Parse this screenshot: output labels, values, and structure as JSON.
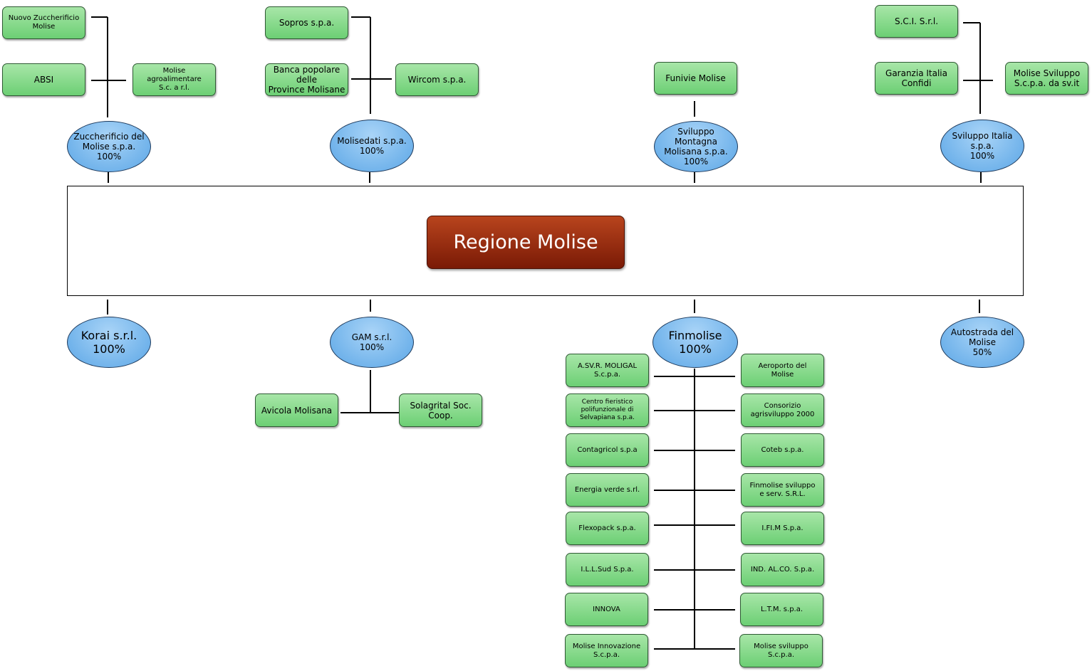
{
  "regione": {
    "title": "Regione Molise"
  },
  "top": {
    "zuccherificio": {
      "label": "Zuccherificio del\nMolise s.p.a.\n100%",
      "children": {
        "nuovo_zuccherificio": "Nuovo Zuccherificio\nMolise",
        "absi": "ABSI",
        "molise_agroalimentare": "Molise agroalimentare\nS.c. a r.l."
      }
    },
    "molisedati": {
      "label": "Molisedati s.p.a.\n100%",
      "children": {
        "sopros": "Sopros s.p.a.",
        "banca_popolare": "Banca popolare delle\nProvince Molisane",
        "wircom": "Wircom s.p.a."
      }
    },
    "sviluppo_montagna": {
      "label": "Sviluppo Montagna\nMolisana s.p.a.\n100%",
      "children": {
        "funivie": "Funivie Molise"
      }
    },
    "sviluppo_italia": {
      "label": "Sviluppo Italia\ns.p.a.\n100%",
      "children": {
        "sci": "S.C.I. S.r.l.",
        "garanzia_italia": "Garanzia Italia\nConfidi",
        "molise_sviluppo_sv": "Molise Sviluppo\nS.c.p.a. da sv.it"
      }
    }
  },
  "bottom": {
    "korai": {
      "label": "Korai s.r.l.\n100%"
    },
    "gam": {
      "label": "GAM s.r.l.\n100%",
      "children": {
        "avicola": "Avicola Molisana",
        "solagrital": "Solagrital Soc. Coop."
      }
    },
    "finmolise": {
      "label": "Finmolise\n100%",
      "left": [
        "A.SV.R. MOLIGAL\nS.c.p.a.",
        "Centro fieristico\npolifunzionale di Selvapiana s.p.a.",
        "Contagricol s.p.a",
        "Energia verde s.rl.",
        "Flexopack s.p.a.",
        "I.L.L.Sud S.p.a.",
        "INNOVA",
        "Molise Innovazione\nS.c.p.a."
      ],
      "right": [
        "Aeroporto del\nMolise",
        "Consorizio\nagrisviluppo 2000",
        "Coteb s.p.a.",
        "Finmolise sviluppo\ne serv. S.R.L.",
        "I.FI.M S.p.a.",
        "IND. AL.CO. S.p.a.",
        "L.T.M. s.p.a.",
        "Molise sviluppo  S.c.p.a."
      ]
    },
    "autostrada": {
      "label": "Autostrada del\nMolise\n50%"
    }
  }
}
